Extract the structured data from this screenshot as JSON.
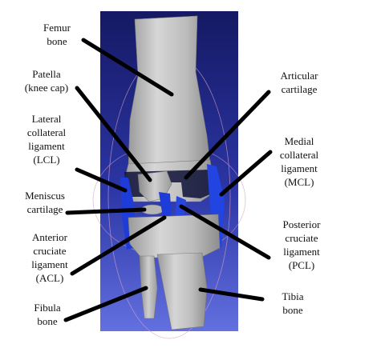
{
  "colors": {
    "background": "#ffffff",
    "render_bg_top": "#181c66",
    "render_bg_bottom": "#5b66d8",
    "bone": "#c8c8c8",
    "ligament": "#1e3cd8",
    "arrow": "#000000",
    "text": "#111111"
  },
  "labels": {
    "femur": "Femur\nbone",
    "patella": "Patella\n(knee cap)",
    "lcl": "Lateral\ncollateral\nligament\n(LCL)",
    "meniscus": "Meniscus\ncartilage",
    "acl": "Anterior\ncruciate\nligament\n(ACL)",
    "fibula": "Fibula\nbone",
    "articular": "Articular\ncartilage",
    "mcl": "Medial\ncollateral\nligament\n(MCL)",
    "pcl": "Posterior\ncruciate\nligament\n(PCL)",
    "tibia": "Tibia\nbone"
  }
}
